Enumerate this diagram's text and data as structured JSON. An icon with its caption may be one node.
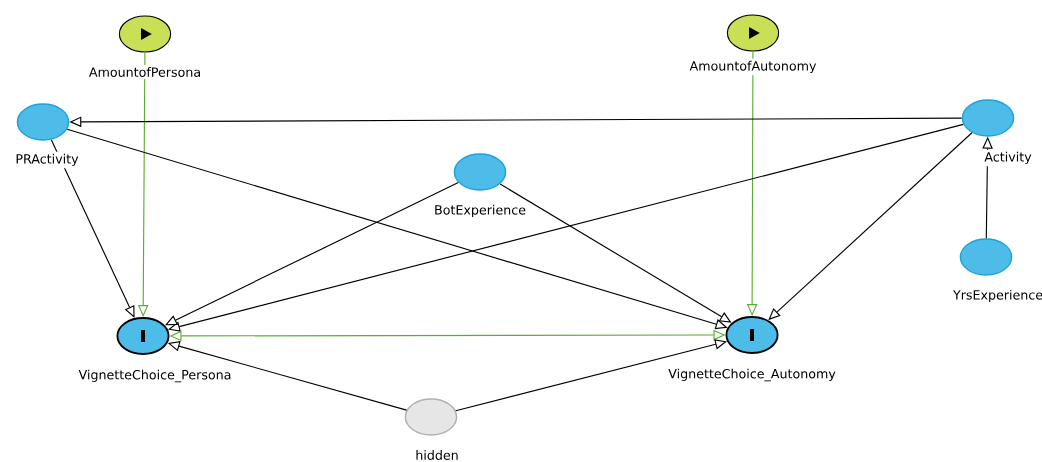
{
  "diagram": {
    "nodes": [
      {
        "text": [
          "AmountofPersona"
        ]
      },
      {
        "text": [
          "AmountofAutonomy"
        ]
      },
      {
        "text": [
          "PRActivity"
        ]
      },
      {
        "text": [
          "Activity"
        ]
      },
      {
        "text": [
          "BotExperience"
        ]
      },
      {
        "text": [
          "YrsExperience"
        ]
      },
      {
        "text": [
          "VignetteChoice_Persona"
        ]
      },
      {
        "text": [
          "VignetteChoice_Autonomy"
        ]
      },
      {
        "text": [
          "hidden"
        ]
      }
    ],
    "edges": [
      {
        "from": 0,
        "to": 6,
        "arrow": "to",
        "color": "#5aad32"
      },
      {
        "from": 1,
        "to": 7,
        "arrow": "to",
        "color": "#5aad32"
      },
      {
        "from": 3,
        "to": 2,
        "arrow": "to"
      },
      {
        "from": 2,
        "to": 6,
        "arrow": "to"
      },
      {
        "from": 2,
        "to": 7,
        "arrow": "to"
      },
      {
        "from": 3,
        "to": 6,
        "arrow": "to"
      },
      {
        "from": 3,
        "to": 7,
        "arrow": "to"
      },
      {
        "from": 4,
        "to": 6,
        "arrow": "to"
      },
      {
        "from": 4,
        "to": 7,
        "arrow": "to"
      },
      {
        "from": 5,
        "to": 3,
        "arrow": "to"
      },
      {
        "from": 6,
        "to": 7,
        "arrow": "both",
        "color": "#5aad32"
      },
      {
        "from": 8,
        "to": 6,
        "arrow": "to"
      },
      {
        "from": 8,
        "to": 7,
        "arrow": "to"
      }
    ]
  }
}
